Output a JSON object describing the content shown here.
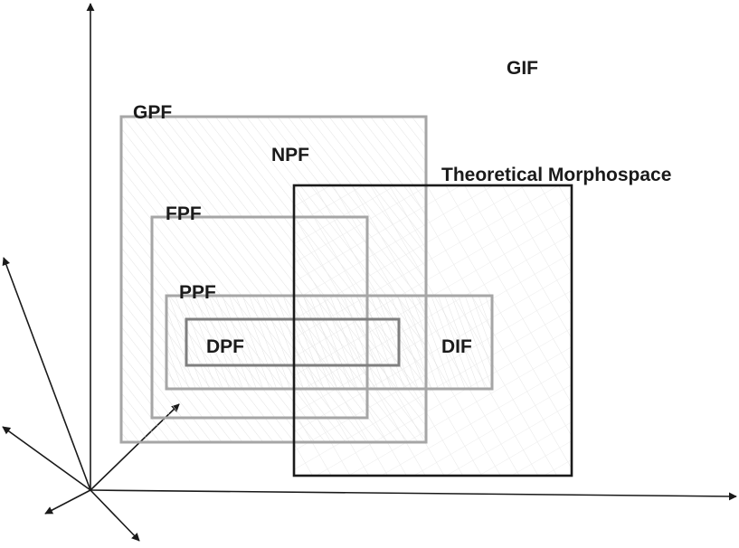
{
  "labels": {
    "gif": "GIF",
    "gpf": "GPF",
    "npf": "NPF",
    "theoretical_morphospace": "Theoretical Morphospace",
    "fpf": "FPF",
    "ppf": "PPF",
    "dpf": "DPF",
    "dif": "DIF"
  },
  "colors": {
    "axis": "#1a1a1a",
    "set_outline": "#a6a6a6",
    "dpf_outline": "#7f7f7f",
    "morphospace_outline": "#1a1a1a",
    "hatch": "#e3e3e3",
    "text": "#1a1a1a"
  }
}
